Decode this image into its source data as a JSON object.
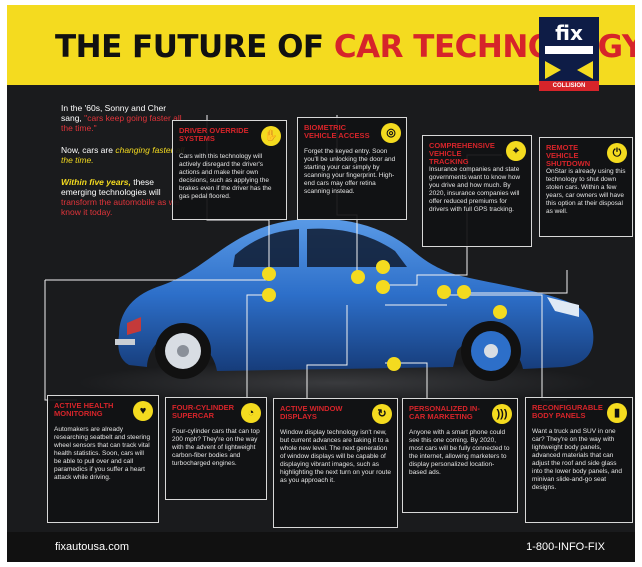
{
  "header": {
    "title_part1": "THE FUTURE OF",
    "title_part2": "CAR TECHNOLOGY",
    "logo_fix": "fix",
    "logo_collision": "COLLISION"
  },
  "intro": {
    "line1": "In the '60s, Sonny and Cher sang,",
    "line1_quote": "\"cars keep going faster all the time.\"",
    "line2": "Now, cars are",
    "line2_highlight": "changing faster all the time.",
    "line3_highlight": "Within five years,",
    "line3": "these emerging technologies will",
    "line3_end": "transform the automobile as we know it today."
  },
  "features": [
    {
      "title": "DRIVER OVERRIDE SYSTEMS",
      "icon": "hand-icon",
      "text": "Cars with this technology will actively disregard the driver's actions and make their own decisions, such as applying the brakes even if the driver has the gas pedal floored."
    },
    {
      "title": "BIOMETRIC VEHICLE ACCESS",
      "icon": "fingerprint-icon",
      "text": "Forget the keyed entry. Soon you'll be unlocking the door and starting your car simply by scanning your fingerprint. High-end cars may offer retina scanning instead."
    },
    {
      "title": "COMPREHENSIVE VEHICLE TRACKING",
      "icon": "location-pin-icon",
      "text": "Insurance companies and state governments want to know how you drive and how much. By 2020, insurance companies will offer reduced premiums for drivers with full GPS tracking."
    },
    {
      "title": "REMOTE VEHICLE SHUTDOWN",
      "icon": "power-icon",
      "text": "OnStar is already using this technology to shut down stolen cars. Within a few years, car owners will have this option at their disposal as well."
    },
    {
      "title": "ACTIVE HEALTH MONITORING",
      "icon": "heart-drop-icon",
      "text": "Automakers are already researching seatbelt and steering wheel sensors that can track vital health statistics. Soon, cars will be able to pull over and call paramedics if you suffer a heart attack while driving."
    },
    {
      "title": "FOUR-CYLINDER SUPERCAR",
      "icon": "speedometer-icon",
      "text": "Four-cylinder cars that can top 200 mph? They're on the way with the advent of lightweight carbon-fiber bodies and turbocharged engines."
    },
    {
      "title": "ACTIVE WINDOW DISPLAYS",
      "icon": "arrow-icon",
      "text": "Window display technology isn't new, but current advances are taking it to a whole new level. The next generation of window displays will be capable of displaying vibrant images, such as highlighting the next turn on your route as you approach it."
    },
    {
      "title": "PERSONALIZED IN-CAR MARKETING",
      "icon": "signal-icon",
      "text": "Anyone with a smart phone could see this one coming. By 2020, most cars will be fully connected to the internet, allowing marketers to display personalized location-based ads."
    },
    {
      "title": "RECONFIGURABLE BODY PANELS",
      "icon": "panels-icon",
      "text": "Want a truck and SUV in one car? They're on the way with lightweight body panels, advanced materials that can adjust the roof and side glass into the lower body panels, and minivan slide-and-go seat designs."
    }
  ],
  "footer": {
    "website": "fixautousa.com",
    "phone": "1-800-INFO-FIX"
  },
  "colors": {
    "background": "#1a1b1d",
    "accent_yellow": "#f4db1f",
    "accent_red": "#d6242a",
    "car_blue": "#2d6fc9"
  }
}
